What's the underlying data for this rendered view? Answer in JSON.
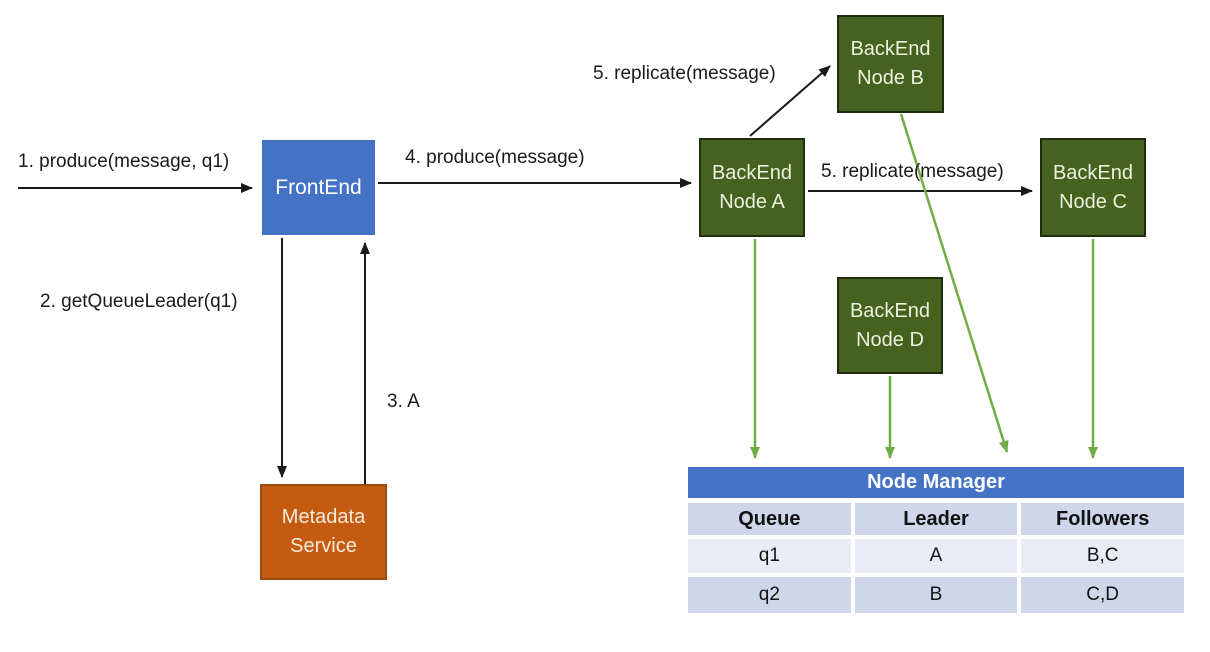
{
  "nodes": {
    "frontend": {
      "label": "FrontEnd"
    },
    "backend_a": {
      "line1": "BackEnd",
      "line2": "Node A"
    },
    "backend_b": {
      "line1": "BackEnd",
      "line2": "Node B"
    },
    "backend_c": {
      "line1": "BackEnd",
      "line2": "Node C"
    },
    "backend_d": {
      "line1": "BackEnd",
      "line2": "Node D"
    },
    "metadata": {
      "line1": "Metadata",
      "line2": "Service"
    }
  },
  "labels": {
    "step1": "1. produce(message, q1)",
    "step2": "2. getQueueLeader(q1)",
    "step3": "3. A",
    "step4": "4. produce(message)",
    "step5_to_b": "5. replicate(message)",
    "step5_to_c": "5. replicate(message)"
  },
  "node_manager": {
    "title": "Node Manager",
    "columns": [
      "Queue",
      "Leader",
      "Followers"
    ],
    "rows": [
      [
        "q1",
        "A",
        "B,C"
      ],
      [
        "q2",
        "B",
        "C,D"
      ]
    ]
  },
  "colors": {
    "blue": "#4472C4",
    "dark_green": "#45621E",
    "orange": "#C55A11",
    "arrow_black": "#1a1a1a",
    "arrow_green": "#70AD47",
    "band_light": "#E9EBF5",
    "band_dark": "#CFD6EA"
  }
}
